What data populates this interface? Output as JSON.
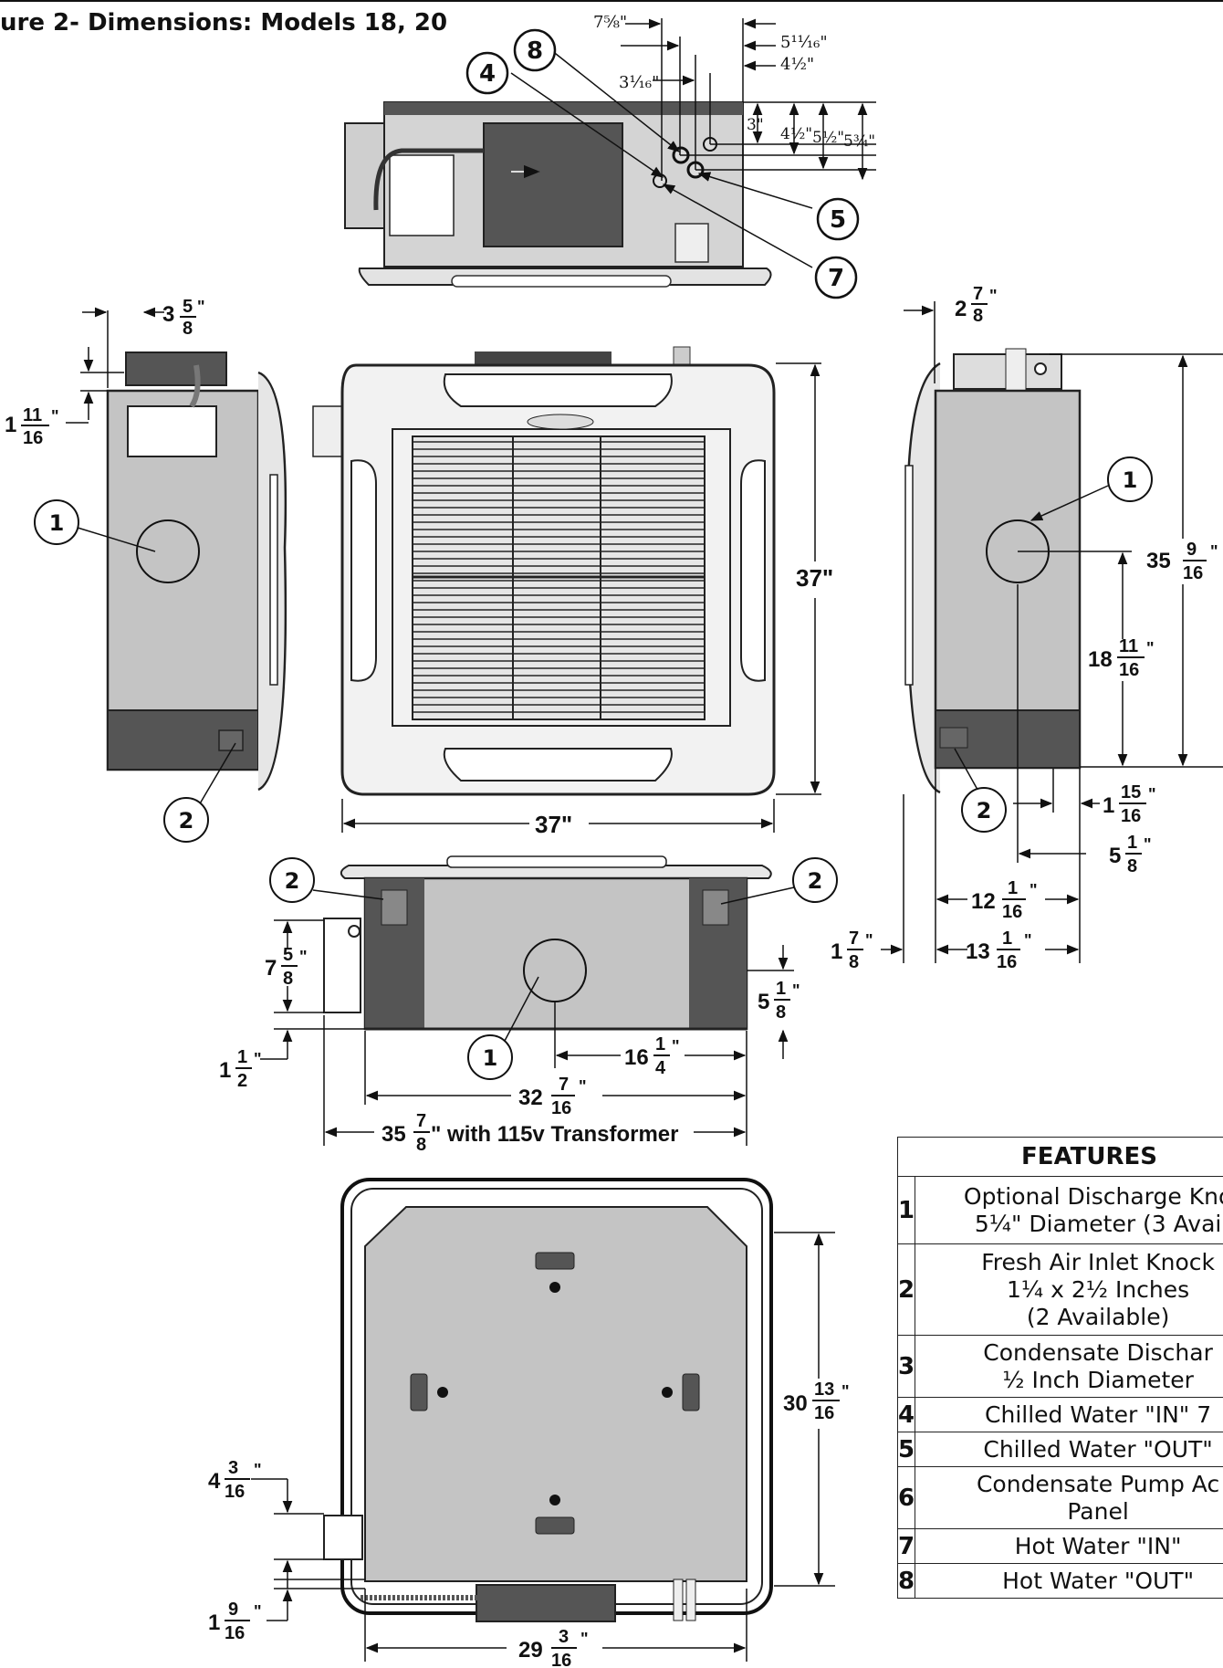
{
  "figure": {
    "title": "ure 2- Dimensions: Models 18, 20"
  },
  "dimensions": {
    "top_7_5_8": "7⅝\"",
    "top_3_1_16": "3¹⁄₁₆\"",
    "top_5_11_16": "5¹¹⁄₁₆\"",
    "top_4_1_2": "4½\"",
    "top_3": "3\"",
    "top_v_4_1_2": "4½\"",
    "top_v_5_1_2": "5½\"",
    "top_v_5_3_4": "5¾\"",
    "left_3_5_8": {
      "whole": "3",
      "num": "5",
      "den": "8"
    },
    "left_1_11_16": {
      "whole": "1",
      "num": "11",
      "den": "16"
    },
    "right_2_7_8": {
      "whole": "2",
      "num": "7",
      "den": "8"
    },
    "right_35_9_16": {
      "whole": "35",
      "num": "9",
      "den": "16"
    },
    "right_18_11_16": {
      "whole": "18",
      "num": "11",
      "den": "16"
    },
    "right_1_15_16": {
      "whole": "1",
      "num": "15",
      "den": "16"
    },
    "right_5_1_8": {
      "whole": "5",
      "num": "1",
      "den": "8"
    },
    "right_12_1_16": {
      "whole": "12",
      "num": "1",
      "den": "16"
    },
    "right_13_1_16": {
      "whole": "13",
      "num": "1",
      "den": "16"
    },
    "right_1_7_8": {
      "whole": "1",
      "num": "7",
      "den": "8"
    },
    "center_37_v": "37\"",
    "center_37_h": "37\"",
    "side_7_5_8": {
      "whole": "7",
      "num": "5",
      "den": "8"
    },
    "side_1_1_2": {
      "whole": "1",
      "num": "1",
      "den": "2"
    },
    "side_5_1_8": {
      "whole": "5",
      "num": "1",
      "den": "8"
    },
    "side_16_1_4": {
      "whole": "16",
      "num": "1",
      "den": "4"
    },
    "side_32_7_16": {
      "whole": "32",
      "num": "7",
      "den": "16"
    },
    "side_35_7_8": {
      "whole": "35",
      "num": "7",
      "den": "8",
      "suffix": "\" with 115v Transformer"
    },
    "bottom_30_13_16": {
      "whole": "30",
      "num": "13",
      "den": "16"
    },
    "bottom_4_3_16": {
      "whole": "4",
      "num": "3",
      "den": "16"
    },
    "bottom_1_9_16": {
      "whole": "1",
      "num": "9",
      "den": "16"
    },
    "bottom_29_3_16": {
      "whole": "29",
      "num": "3",
      "den": "16"
    }
  },
  "callouts": {
    "c8": "8",
    "c4": "4",
    "c5": "5",
    "c7": "7",
    "left_1": "1",
    "left_2": "2",
    "right_1": "1",
    "right_2": "2",
    "side_2a": "2",
    "side_2b": "2",
    "side_1": "1"
  },
  "features": {
    "header": "FEATURES",
    "rows": [
      {
        "num": "1",
        "lines": [
          "Optional Discharge Kno",
          "5¼\" Diameter (3 Avai"
        ]
      },
      {
        "num": "2",
        "lines": [
          "Fresh Air Inlet Knock",
          "1¼ x 2½ Inches",
          "(2 Available)"
        ]
      },
      {
        "num": "3",
        "lines": [
          "Condensate Dischar",
          "½ Inch Diameter"
        ]
      },
      {
        "num": "4",
        "lines": [
          "Chilled Water \"IN\" 7"
        ]
      },
      {
        "num": "5",
        "lines": [
          "Chilled Water \"OUT\""
        ]
      },
      {
        "num": "6",
        "lines": [
          "Condensate Pump Ac",
          "Panel"
        ]
      },
      {
        "num": "7",
        "lines": [
          "Hot Water \"IN\""
        ]
      },
      {
        "num": "8",
        "lines": [
          "Hot Water \"OUT\""
        ]
      }
    ]
  }
}
